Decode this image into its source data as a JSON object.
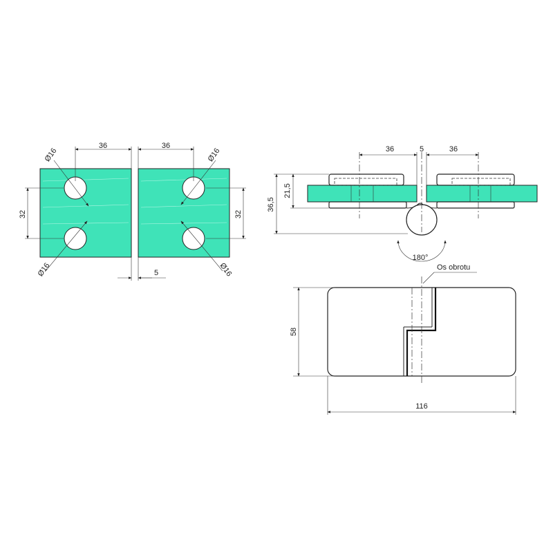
{
  "diagram": {
    "left_view": {
      "dim_top_left": "36",
      "dim_top_right": "36",
      "dim_left_32": "32",
      "dim_right_32": "32",
      "dim_gap": "5",
      "hole_tl": "Ø16",
      "hole_tr": "Ø16",
      "hole_bl": "Ø16",
      "hole_br": "Ø16"
    },
    "side_view": {
      "dim_left": "36",
      "dim_gap": "5",
      "dim_right": "36",
      "dim_height_small": "21,5",
      "dim_height_total": "36,5",
      "angle": "180°"
    },
    "top_view": {
      "axis_label": "Os obrotu",
      "dim_height": "58",
      "dim_width": "116"
    },
    "colors": {
      "glass": "#3fe3b8",
      "line": "#222222"
    }
  }
}
